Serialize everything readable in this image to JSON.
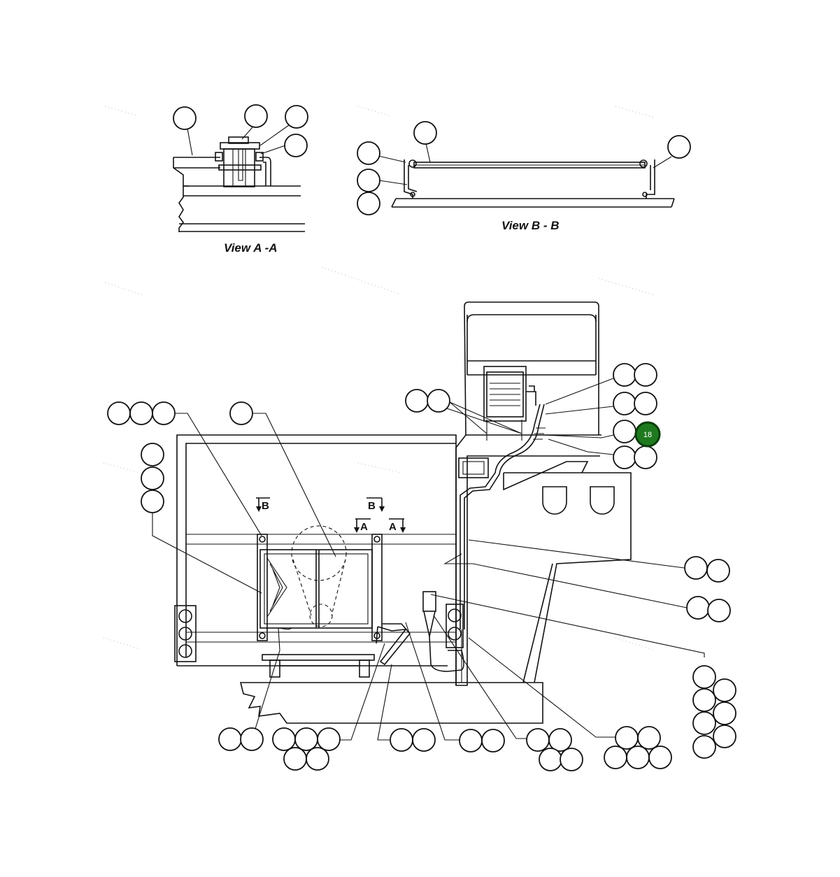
{
  "views": {
    "view_a": "View A -A",
    "view_b": "View B - B"
  },
  "section_marks": {
    "b_left": "B",
    "b_right": "B",
    "a_left": "A",
    "a_right": "A"
  },
  "highlighted_callout": {
    "label": "18",
    "color": "#1f7a1f"
  }
}
